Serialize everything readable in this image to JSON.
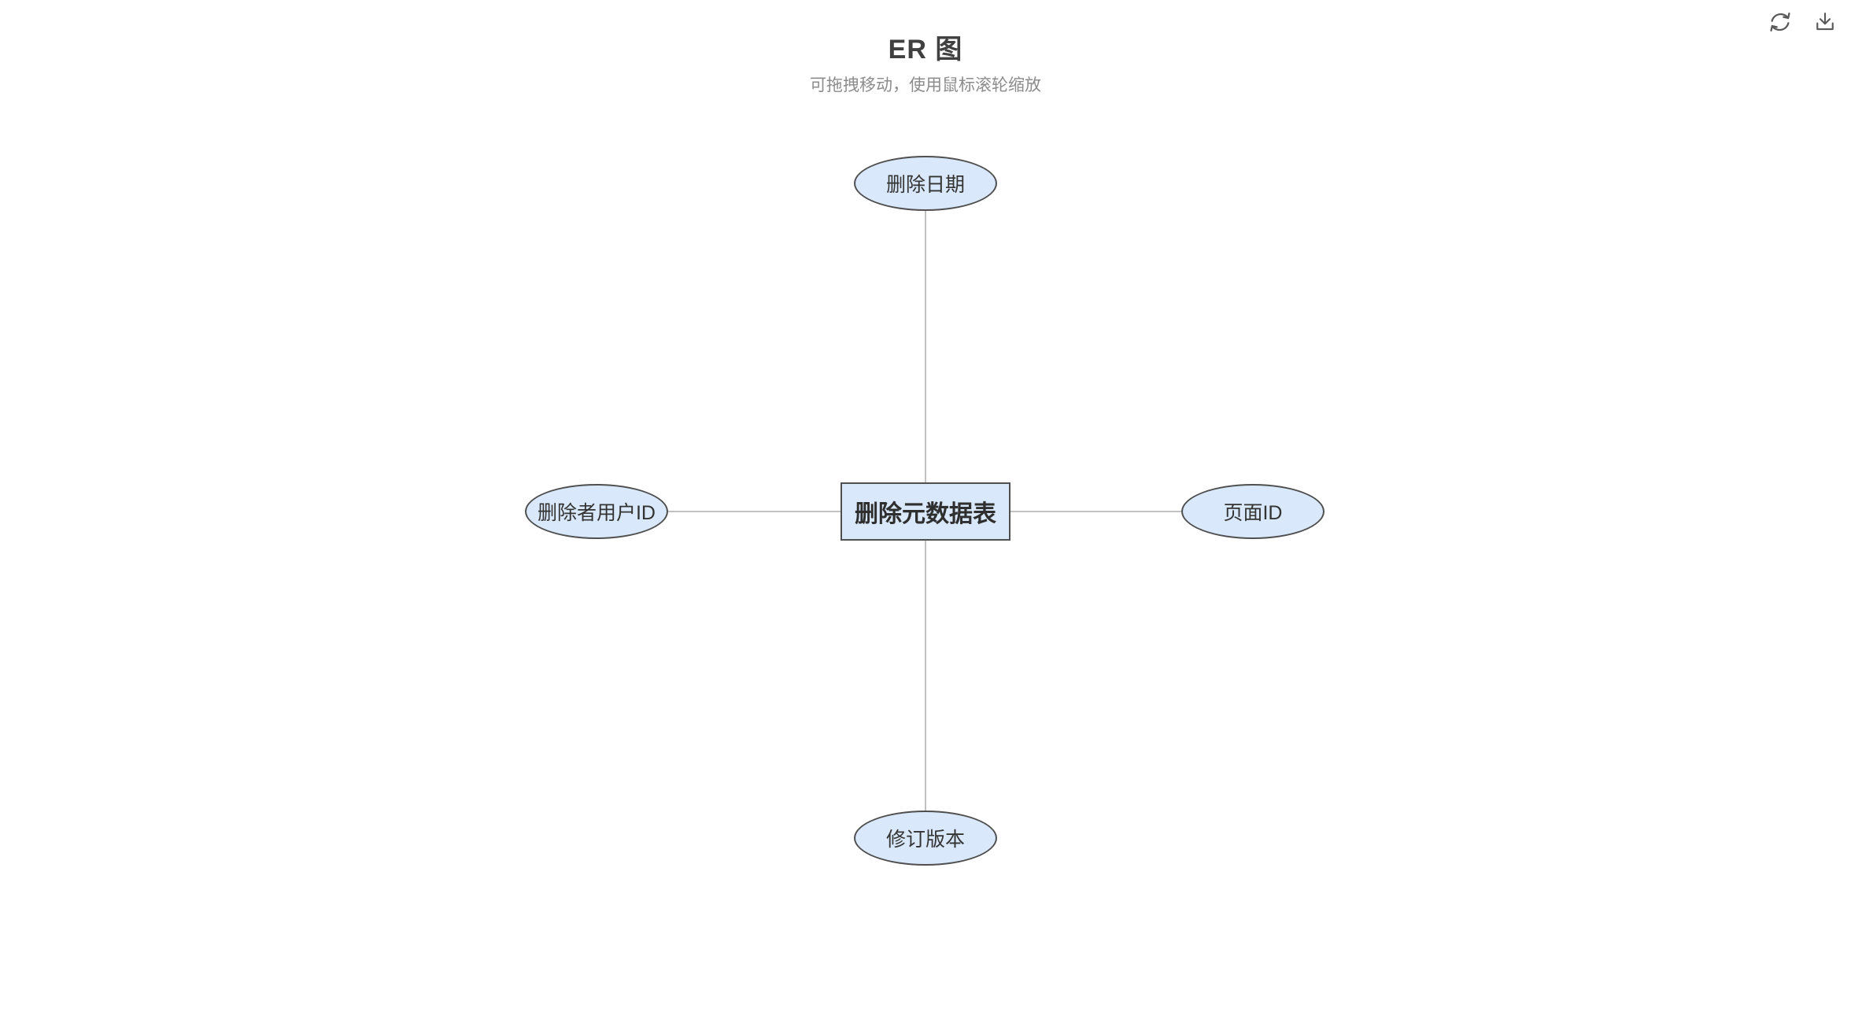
{
  "header": {
    "title": "ER 图",
    "subtitle": "可拖拽移动，使用鼠标滚轮缩放"
  },
  "toolbar": {
    "icons": [
      "refresh-icon",
      "download-icon"
    ]
  },
  "diagram": {
    "entity": {
      "label": "删除元数据表"
    },
    "attributes": {
      "top": {
        "label": "删除日期"
      },
      "left": {
        "label": "删除者用户ID"
      },
      "right": {
        "label": "页面ID"
      },
      "bottom": {
        "label": "修订版本"
      }
    },
    "colors": {
      "node_fill": "#d9e8fa",
      "node_border": "#4f4f4f",
      "edge": "#c2c2c2"
    }
  }
}
